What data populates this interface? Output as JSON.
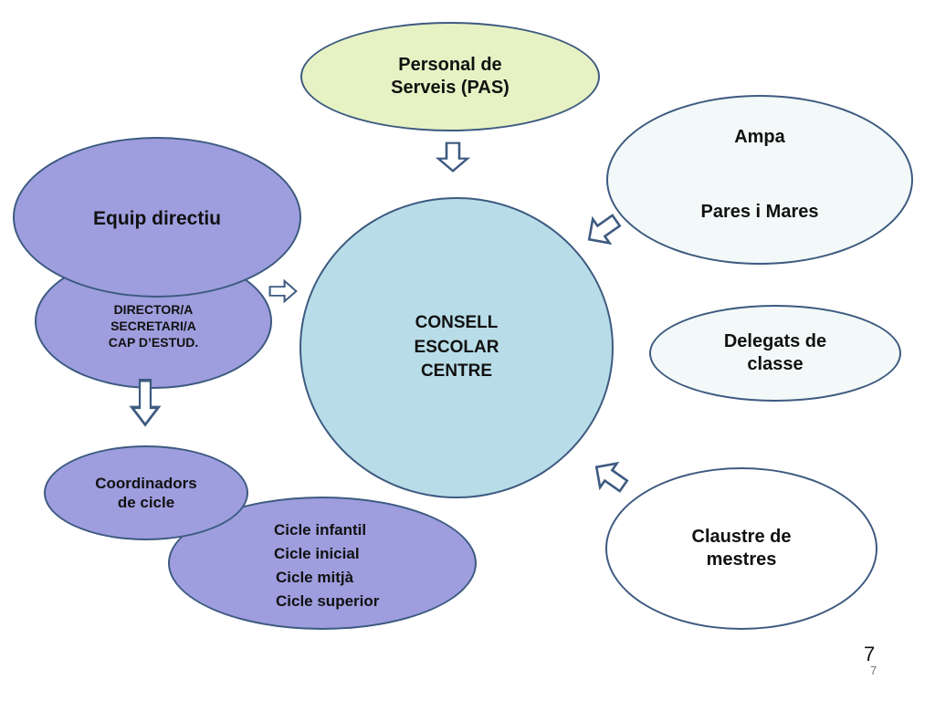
{
  "colors": {
    "outline": "#3d5a80",
    "pas_fill": "#e7f2c4",
    "equip_fill": "#9e9edf",
    "consell_fill": "#b9dde8",
    "pale_fill": "#f2f9f8",
    "white_fill": "#ffffff"
  },
  "nodes": {
    "pas": {
      "line1": "Personal  de",
      "line2": "Serveis (PAS)"
    },
    "ampa": {
      "title": "Ampa",
      "subtitle": "Pares i Mares"
    },
    "equip": {
      "title": "Equip directiu"
    },
    "director": {
      "line1": "DIRECTOR/A",
      "line2": "SECRETARI/A",
      "line3": "CAP D’ESTUD."
    },
    "consell": {
      "line1": "CONSELL",
      "line2": "ESCOLAR",
      "line3": "CENTRE"
    },
    "delegats": {
      "line1": "Delegats de",
      "line2": "classe"
    },
    "coordinadors": {
      "line1": "Coordinadors",
      "line2": "de cicle"
    },
    "cicles": {
      "items": [
        "Cicle  infantil",
        "Cicle inicial",
        "Cicle mitjà",
        "Cicle superior"
      ]
    },
    "claustre": {
      "line1": "Claustre de",
      "line2": "mestres"
    }
  },
  "arrows": [
    "arrow-down-outline-icon",
    "arrow-down-left-outline-icon",
    "arrow-right-outline-icon",
    "arrow-down-bold-outline-icon",
    "arrow-up-left-outline-icon"
  ],
  "page_number": {
    "large": "7",
    "small": "7"
  }
}
